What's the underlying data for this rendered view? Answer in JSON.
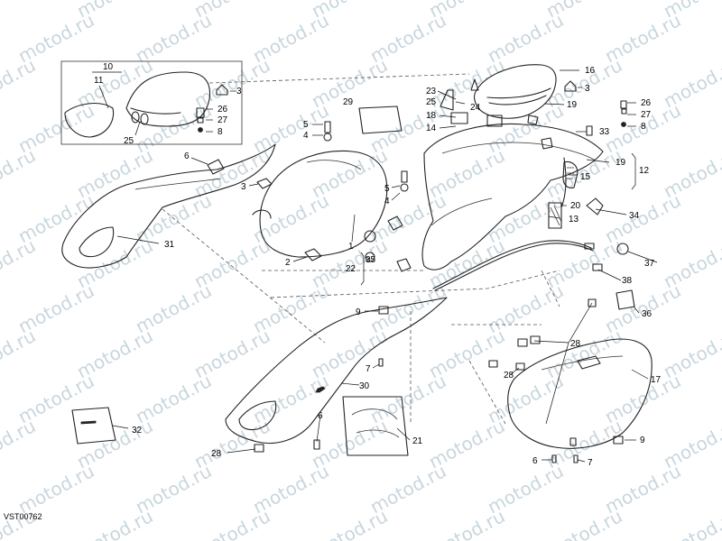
{
  "diagram": {
    "code": "VST00762",
    "watermark": "motod.ru",
    "callouts": [
      {
        "id": "c10",
        "text": "10"
      },
      {
        "id": "c11",
        "text": "11"
      },
      {
        "id": "c3a",
        "text": "3"
      },
      {
        "id": "c26a",
        "text": "26"
      },
      {
        "id": "c27a",
        "text": "27"
      },
      {
        "id": "c8a",
        "text": "8"
      },
      {
        "id": "c25a",
        "text": "25"
      },
      {
        "id": "c16",
        "text": "16"
      },
      {
        "id": "c3b",
        "text": "3"
      },
      {
        "id": "c29",
        "text": "29"
      },
      {
        "id": "c23",
        "text": "23"
      },
      {
        "id": "c25b",
        "text": "25"
      },
      {
        "id": "c24",
        "text": "24"
      },
      {
        "id": "c18",
        "text": "18"
      },
      {
        "id": "c14",
        "text": "14"
      },
      {
        "id": "c19a",
        "text": "19"
      },
      {
        "id": "c26b",
        "text": "26"
      },
      {
        "id": "c27b",
        "text": "27"
      },
      {
        "id": "c8b",
        "text": "8"
      },
      {
        "id": "c5a",
        "text": "5"
      },
      {
        "id": "c4a",
        "text": "4"
      },
      {
        "id": "c33",
        "text": "33"
      },
      {
        "id": "c6a",
        "text": "6"
      },
      {
        "id": "c19b",
        "text": "19"
      },
      {
        "id": "c12",
        "text": "12"
      },
      {
        "id": "c3c",
        "text": "3"
      },
      {
        "id": "c5b",
        "text": "5"
      },
      {
        "id": "c4b",
        "text": "4"
      },
      {
        "id": "c15",
        "text": "15"
      },
      {
        "id": "c20",
        "text": "20"
      },
      {
        "id": "c13",
        "text": "13"
      },
      {
        "id": "c34",
        "text": "34"
      },
      {
        "id": "c1",
        "text": "1"
      },
      {
        "id": "c31",
        "text": "31"
      },
      {
        "id": "c2",
        "text": "2"
      },
      {
        "id": "c35",
        "text": "35"
      },
      {
        "id": "c22",
        "text": "22"
      },
      {
        "id": "c37",
        "text": "37"
      },
      {
        "id": "c38",
        "text": "38"
      },
      {
        "id": "c9a",
        "text": "9"
      },
      {
        "id": "c36",
        "text": "36"
      },
      {
        "id": "c28a",
        "text": "28"
      },
      {
        "id": "c7a",
        "text": "7"
      },
      {
        "id": "c28b",
        "text": "28"
      },
      {
        "id": "c17",
        "text": "17"
      },
      {
        "id": "c30",
        "text": "30"
      },
      {
        "id": "c6b",
        "text": "6"
      },
      {
        "id": "c32",
        "text": "32"
      },
      {
        "id": "c21",
        "text": "21"
      },
      {
        "id": "c28c",
        "text": "28"
      },
      {
        "id": "c9b",
        "text": "9"
      },
      {
        "id": "c6c",
        "text": "6"
      },
      {
        "id": "c7b",
        "text": "7"
      }
    ]
  }
}
